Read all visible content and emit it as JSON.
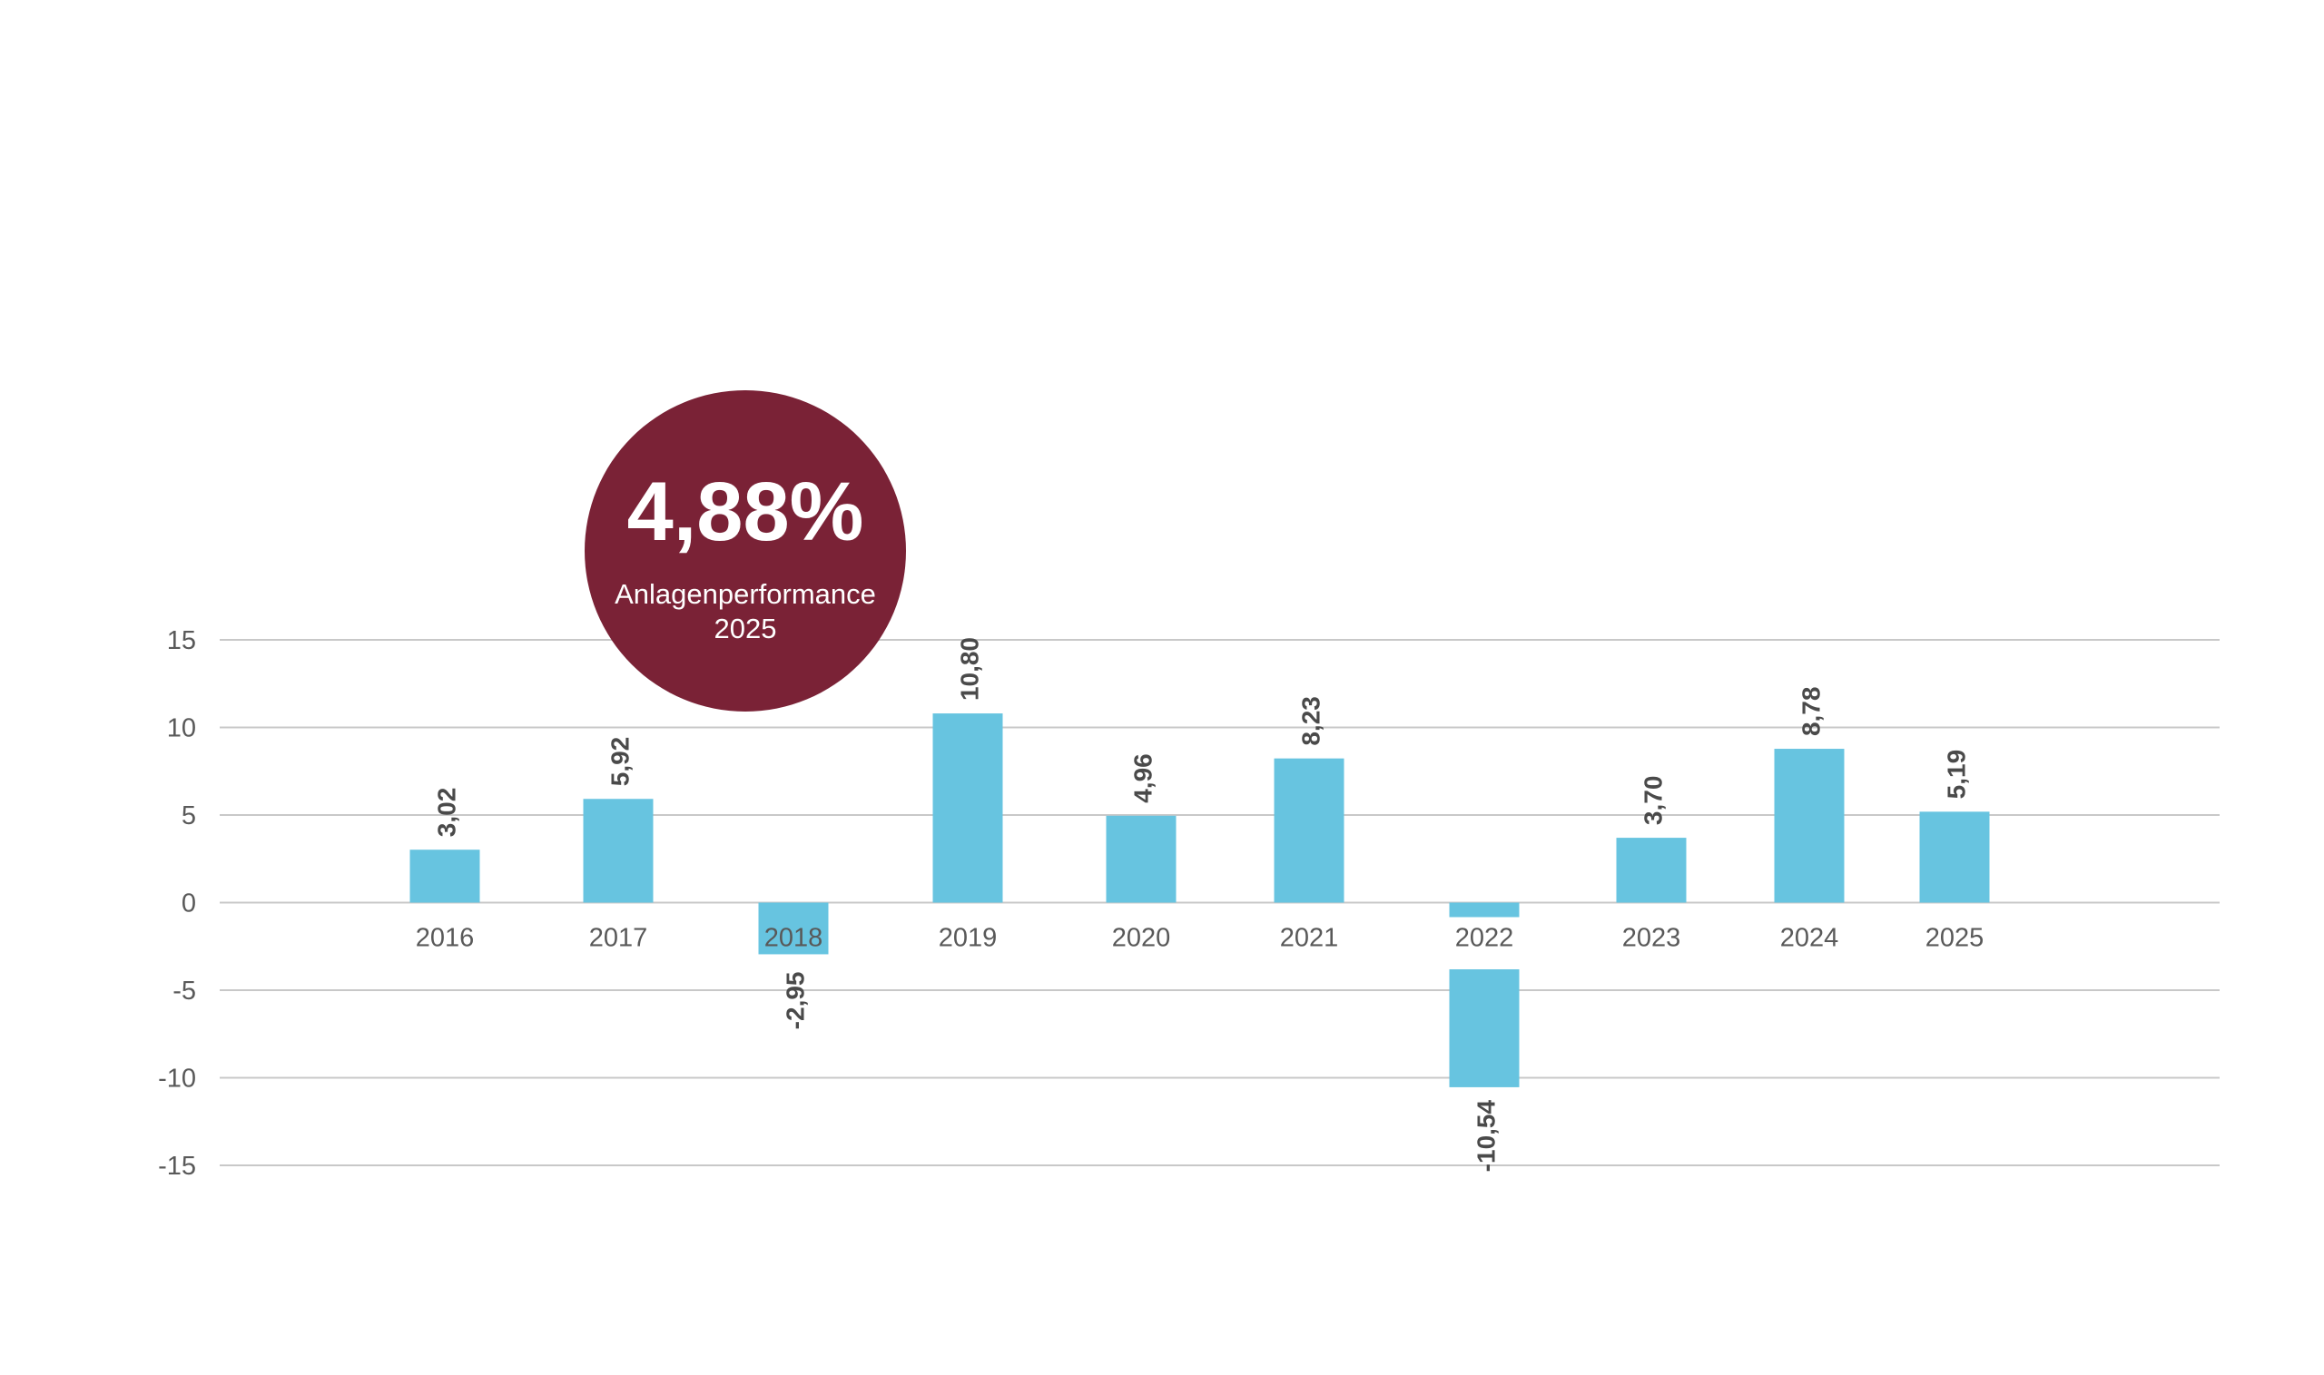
{
  "chart_data": {
    "type": "bar",
    "categories": [
      "2016",
      "2017",
      "2018",
      "2019",
      "2020",
      "2021",
      "2022",
      "2023",
      "2024",
      "2025"
    ],
    "values": [
      3.02,
      5.92,
      -2.95,
      10.8,
      4.96,
      8.23,
      -10.54,
      3.7,
      8.78,
      5.19
    ],
    "value_labels": [
      "3,02",
      "5,92",
      "-2,95",
      "10,80",
      "4,96",
      "8,23",
      "-10,54",
      "3,70",
      "8,78",
      "5,19"
    ],
    "y_ticks": [
      15,
      10,
      5,
      0,
      -5,
      -10,
      -15
    ],
    "y_tick_labels": [
      "15",
      "10",
      "5",
      "0",
      "-5",
      "-10",
      "-15"
    ],
    "ylim": [
      -15,
      15
    ],
    "grid": true,
    "title": "",
    "xlabel": "",
    "ylabel": "",
    "bar_color": "#67c4e0",
    "gridline_color": "#c8c8c8",
    "text_color": "#595959",
    "value_label_color": "#4a4a4a"
  },
  "badge": {
    "value": "4,88%",
    "label_line1": "Anlagenperformance",
    "label_line2": "2025",
    "color": "#7a2236"
  }
}
